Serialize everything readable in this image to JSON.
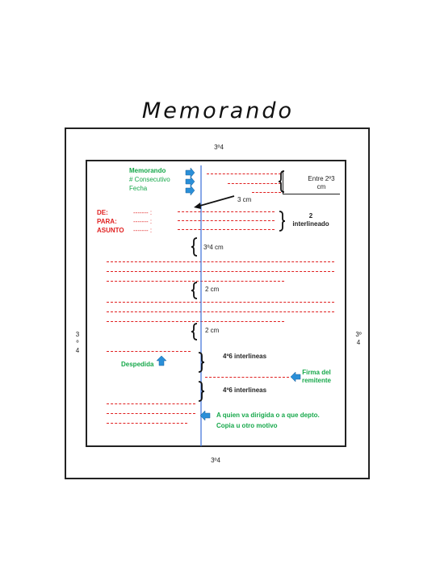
{
  "title": "Memorando",
  "margins": {
    "top": "3º4",
    "bottom": "3º4",
    "left": [
      "3",
      "º",
      "4"
    ],
    "right": [
      "3º",
      "4"
    ]
  },
  "header_block": {
    "memorando": "Memorando",
    "consecutivo": "# Consecutivo",
    "fecha": "Fecha"
  },
  "notes": {
    "entre": [
      "Entre 2º3",
      "cm"
    ],
    "tres_cm": "3 cm",
    "dos_interlineado": [
      "2",
      "interlineado"
    ],
    "tres_cuatro_cm": "3º4 cm",
    "dos_cm_1": "2 cm",
    "dos_cm_2": "2 cm",
    "cuatro_seis_1": "4º6 interlineas",
    "cuatro_seis_2": "4º6 interlineas"
  },
  "fields": {
    "de": "DE:",
    "para": "PARA:",
    "asunto": "ASUNTO",
    "dots": "------- :"
  },
  "despedida": "Despedida",
  "firma": [
    "Firma del",
    "remitente"
  ],
  "dirigida": [
    "A quien va dirigida o a que depto.",
    "Copia u otro motivo"
  ],
  "colors": {
    "accent_red": "#e02020",
    "accent_green": "#16a84a",
    "arrow_blue": "#2a8fd8",
    "guide_blue": "#3a6fd8"
  }
}
